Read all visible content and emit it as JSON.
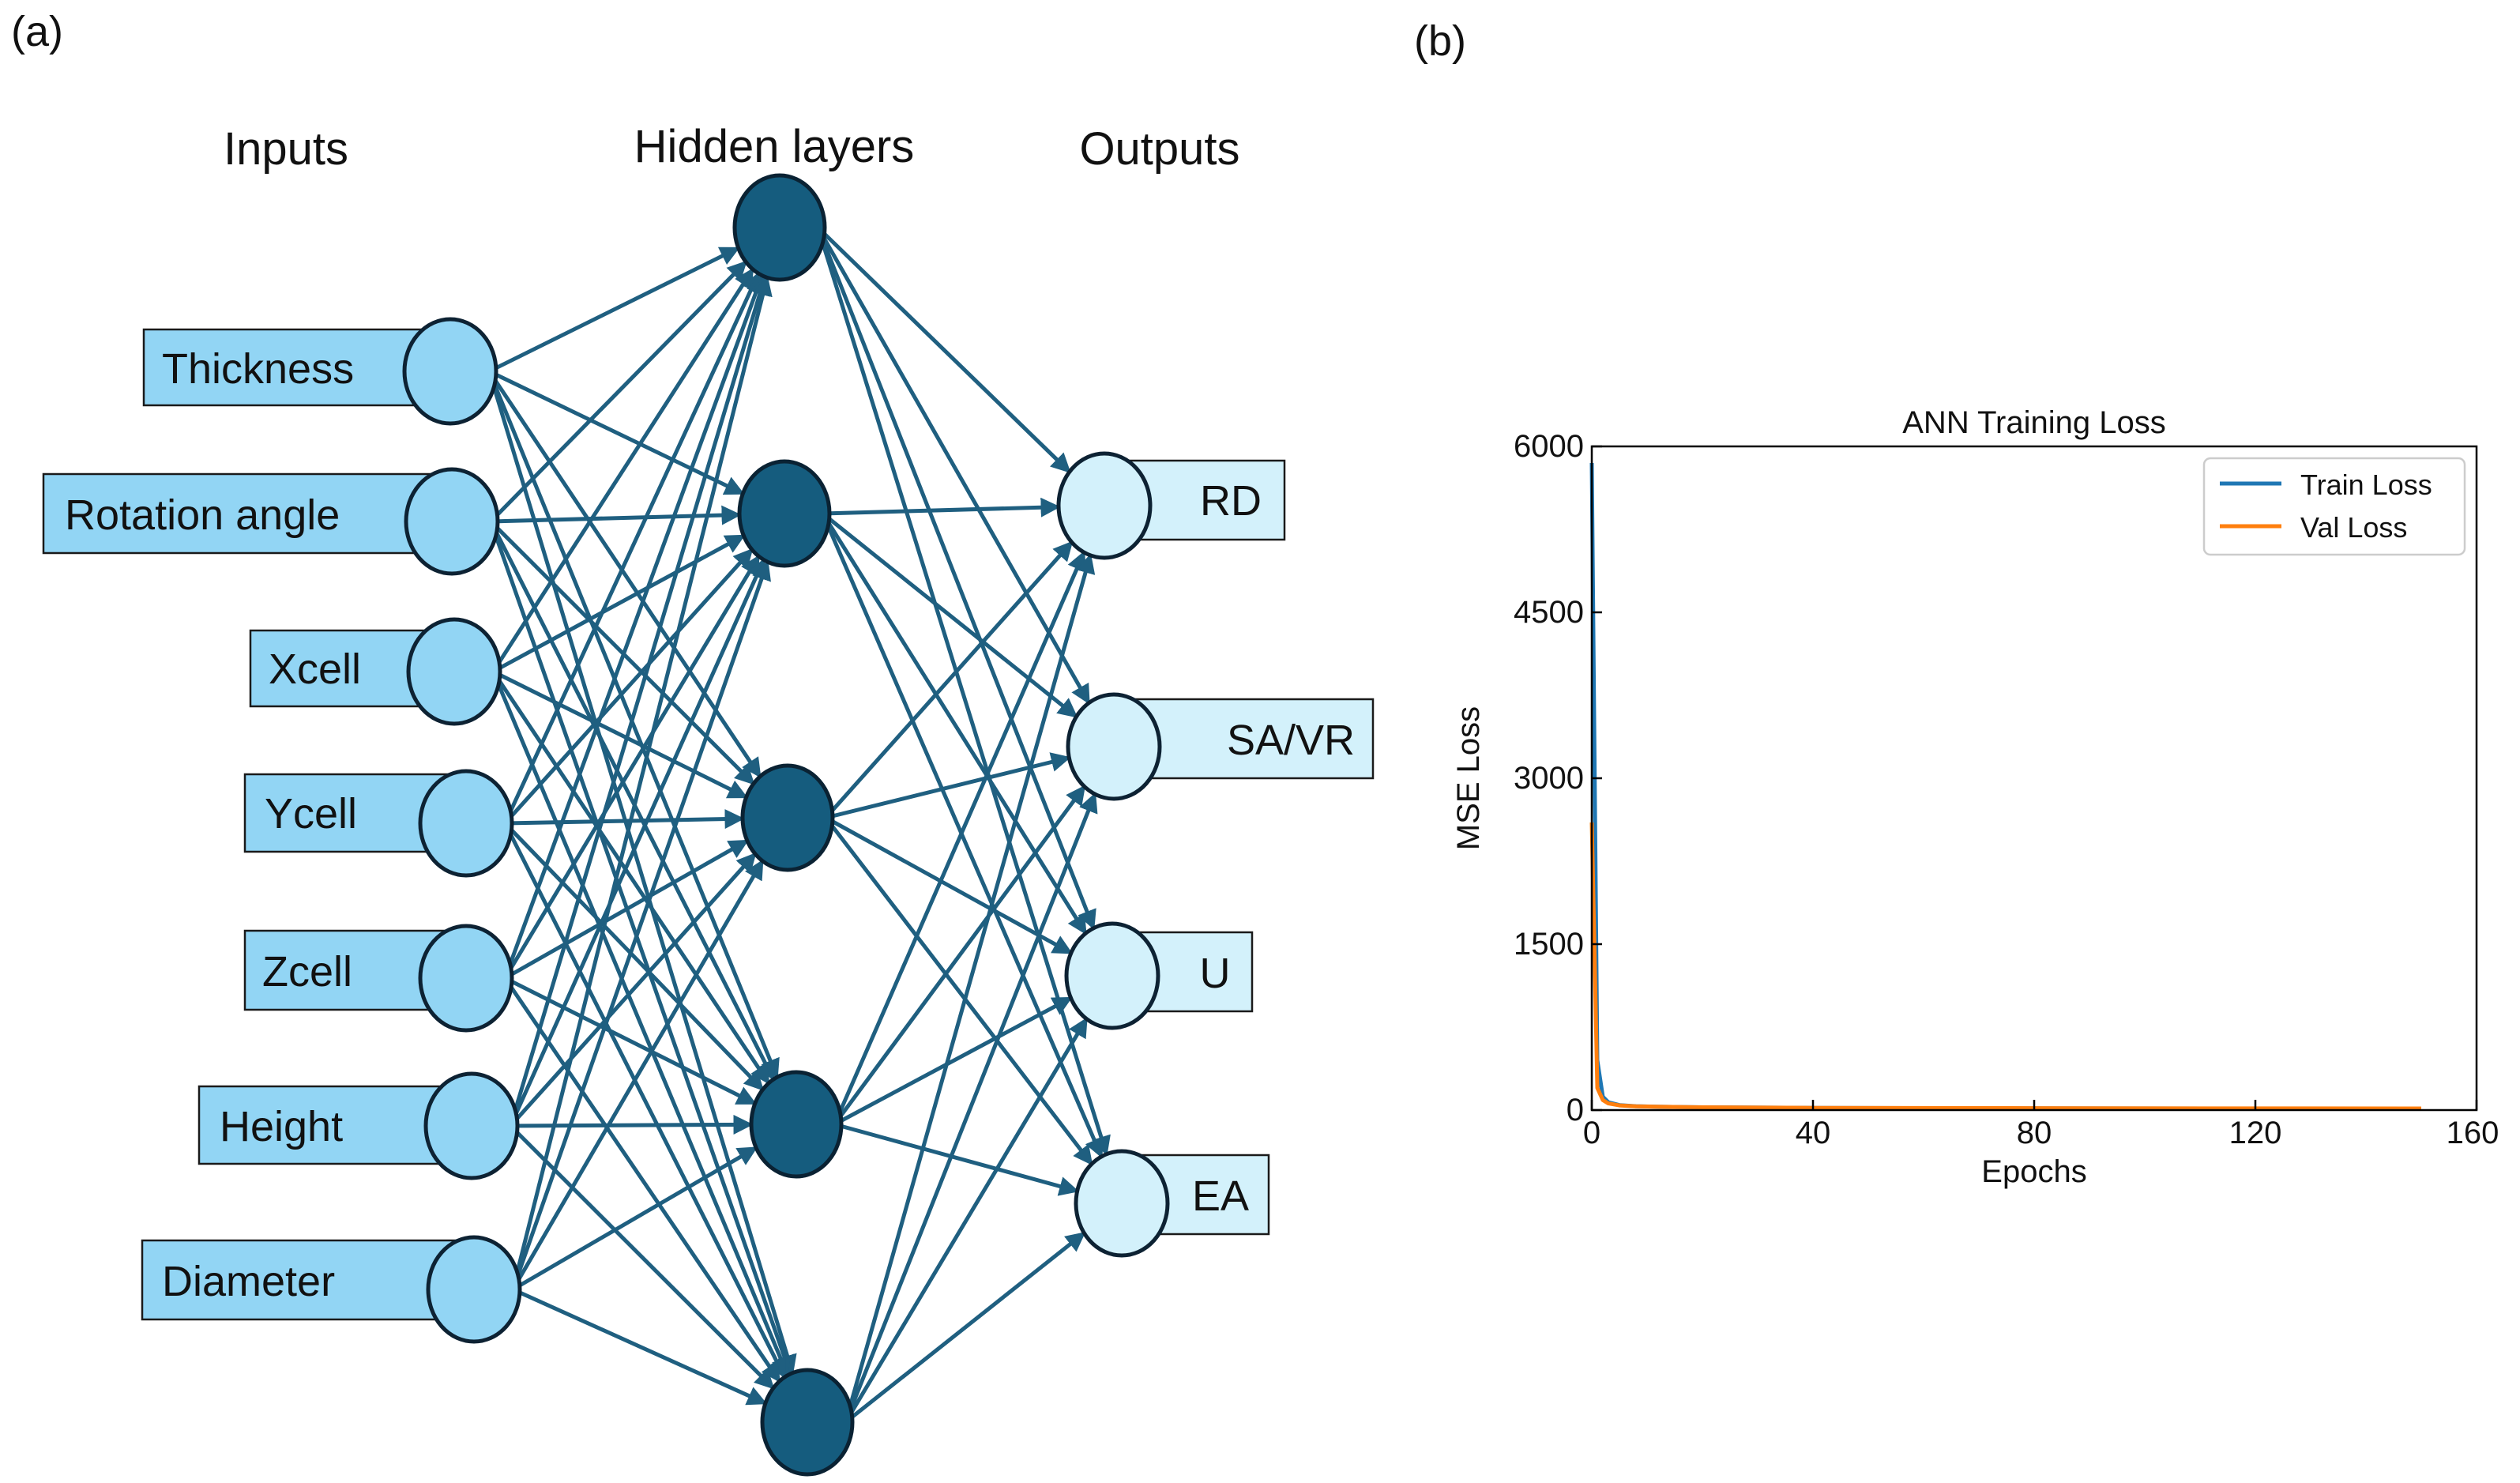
{
  "panel_a": {
    "label": "(a)",
    "headers": {
      "inputs": "Inputs",
      "hidden": "Hidden layers",
      "outputs": "Outputs"
    },
    "inputs": [
      "Thickness",
      "Rotation angle",
      "Xcell",
      "Ycell",
      "Zcell",
      "Height",
      "Diameter"
    ],
    "outputs": [
      "RD",
      "SA/VR",
      "U",
      "EA"
    ],
    "hidden_node_count": 5
  },
  "panel_b": {
    "label": "(b)",
    "chart_data": {
      "type": "line",
      "title": "ANN Training Loss",
      "xlabel": "Epochs",
      "ylabel": "MSE Loss",
      "xlim": [
        0,
        160
      ],
      "ylim": [
        0,
        6000
      ],
      "xticks": [
        "0",
        "40",
        "80",
        "120",
        "160"
      ],
      "yticks": [
        "0",
        "1500",
        "3000",
        "4500",
        "6000"
      ],
      "grid": false,
      "legend_position": "top-right",
      "series": [
        {
          "name": "Train Loss",
          "color": "#1f77b4",
          "x": [
            0,
            1,
            2,
            3,
            5,
            8,
            12,
            20,
            40,
            80,
            120,
            150
          ],
          "y": [
            5850,
            450,
            120,
            70,
            45,
            35,
            30,
            25,
            20,
            16,
            14,
            13
          ]
        },
        {
          "name": "Val Loss",
          "color": "#ff7f0e",
          "x": [
            0,
            1,
            2,
            3,
            5,
            8,
            12,
            20,
            40,
            80,
            120,
            150
          ],
          "y": [
            2600,
            200,
            90,
            60,
            42,
            34,
            30,
            25,
            20,
            17,
            15,
            14
          ]
        }
      ]
    }
  }
}
